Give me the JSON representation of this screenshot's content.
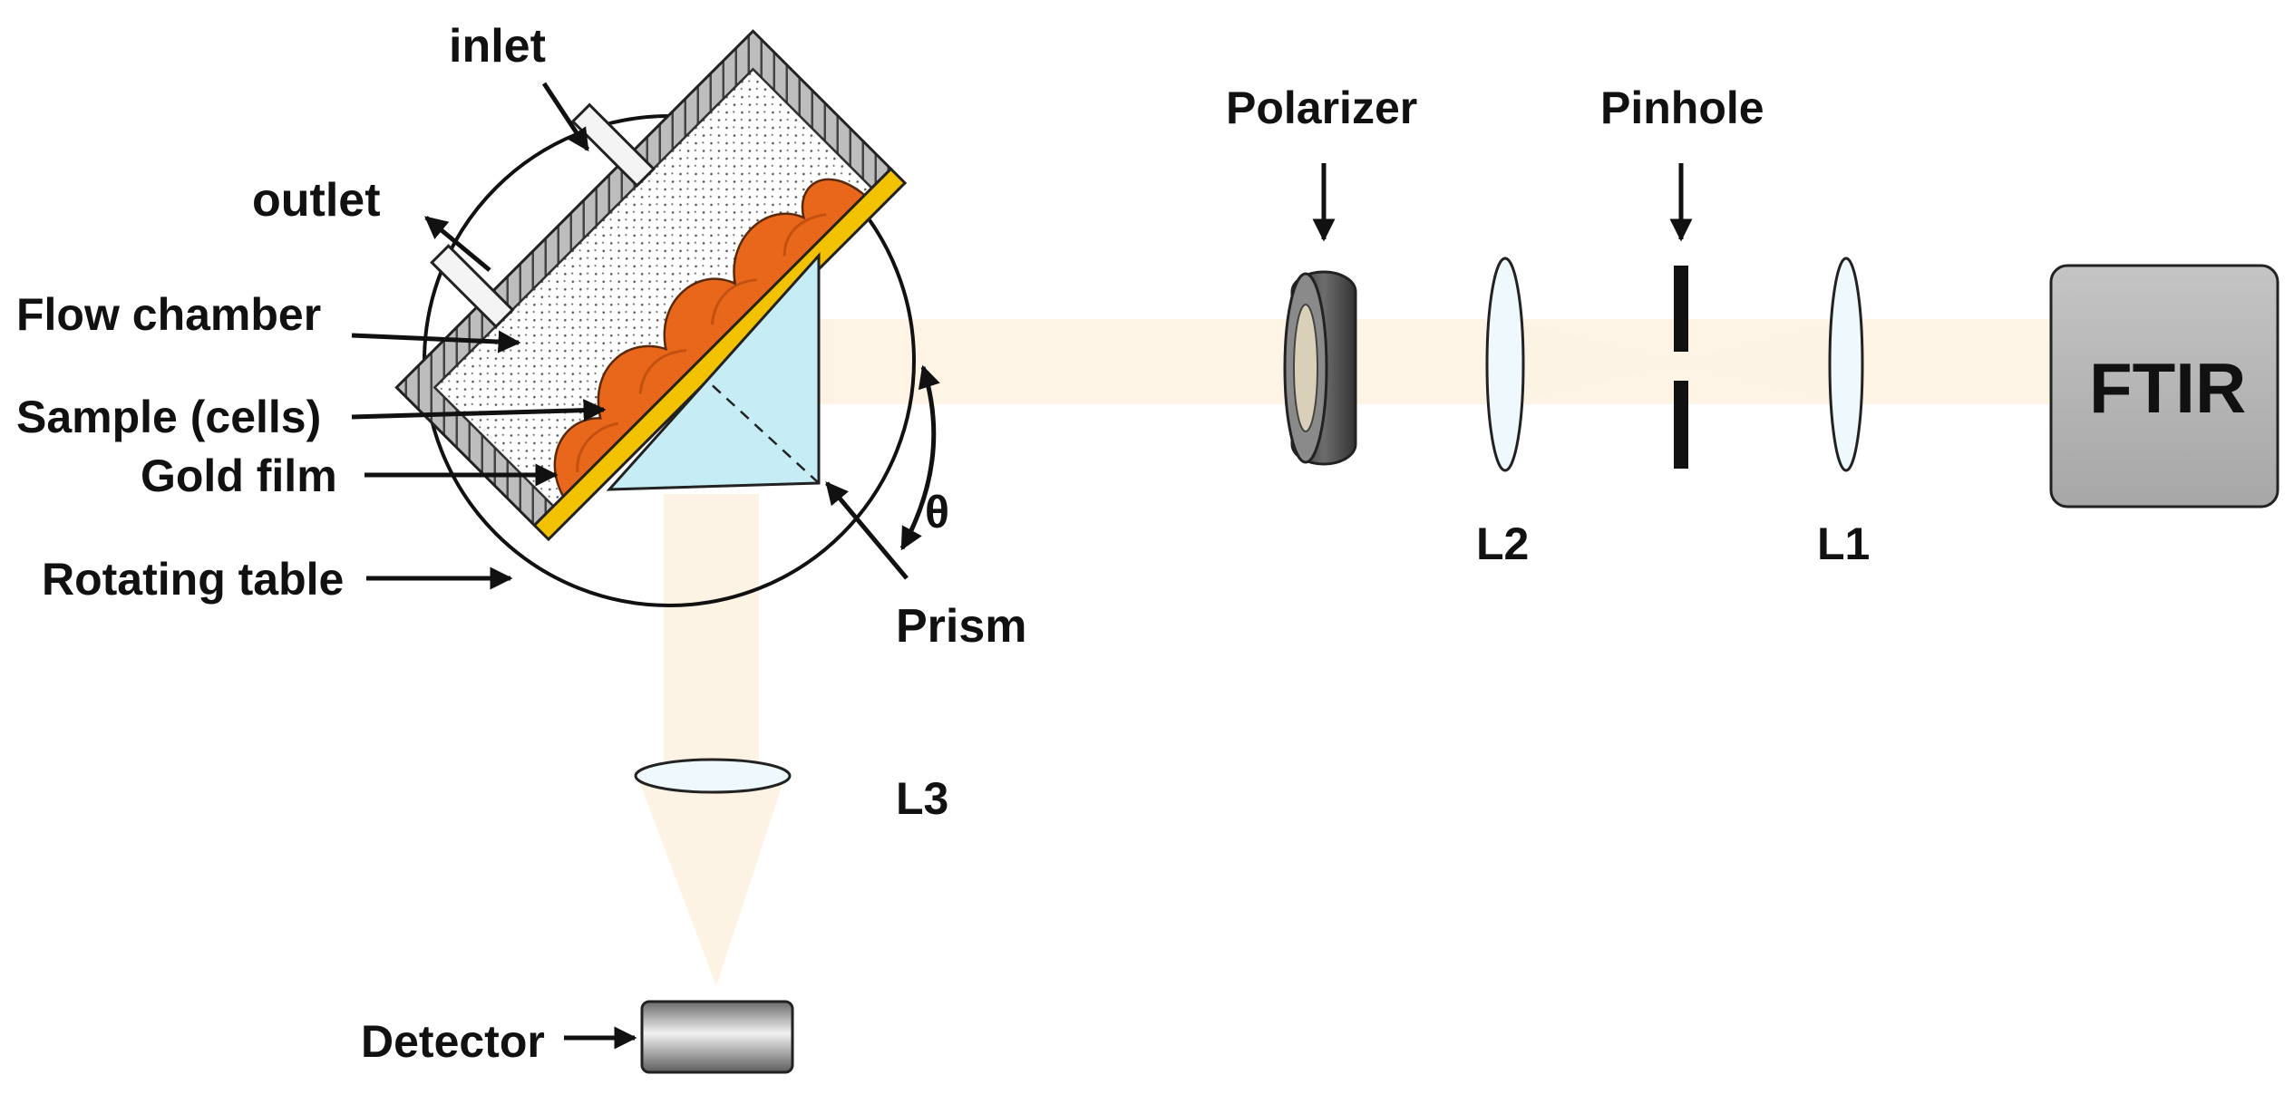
{
  "labels": {
    "inlet": "inlet",
    "outlet": "outlet",
    "flow_chamber": "Flow chamber",
    "sample": "Sample (cells)",
    "gold_film": "Gold film",
    "rotating_table": "Rotating table",
    "theta": "θ",
    "prism": "Prism",
    "polarizer": "Polarizer",
    "pinhole": "Pinhole",
    "l2": "L2",
    "l1": "L1",
    "l3": "L3",
    "ftir": "FTIR",
    "detector": "Detector"
  },
  "colors": {
    "beam": "#fdf3e4",
    "prism": "#c6ecf6",
    "gold_film": "#f2c200",
    "sample": "#e8671b",
    "chamber_hatch": "#8a8a8a",
    "ftir_box": "#b3b3b3",
    "lens": "#eef8fd",
    "polarizer": "#5a5a5a"
  }
}
